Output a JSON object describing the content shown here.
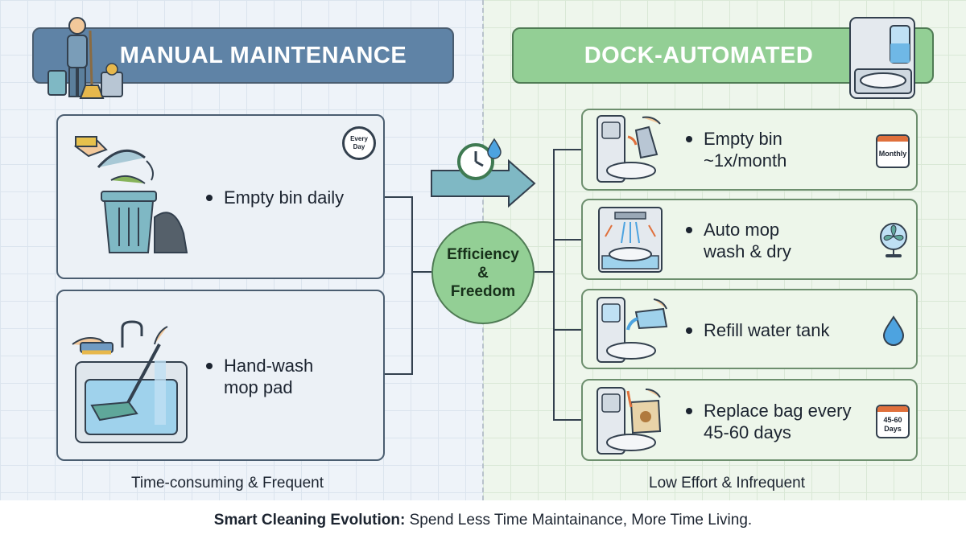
{
  "left": {
    "title": "MANUAL MAINTENANCE",
    "badge": "Every\nDay",
    "tasks": [
      {
        "text": "Empty bin daily"
      },
      {
        "text": "Hand-wash\nmop pad"
      }
    ],
    "caption": "Time-consuming & Frequent"
  },
  "right": {
    "title": "DOCK-AUTOMATED",
    "tasks": [
      {
        "text": "Empty bin\n~1x/month",
        "badge": "Monthly"
      },
      {
        "text": "Auto mop\nwash & dry"
      },
      {
        "text": "Refill water tank"
      },
      {
        "text": "Replace bag every\n45-60 days",
        "badge": "45-60\nDays"
      }
    ],
    "caption": "Low Effort & Infrequent"
  },
  "hub": {
    "text": "Efficiency\n&\nFreedom"
  },
  "footer": {
    "bold": "Smart Cleaning Evolution:",
    "rest": " Spend Less Time Maintainance, More Time Living."
  },
  "colors": {
    "left_accent": "#5f83a6",
    "right_accent": "#93cf95",
    "water_blue": "#4da3e0",
    "dark_outline": "#33404e"
  }
}
